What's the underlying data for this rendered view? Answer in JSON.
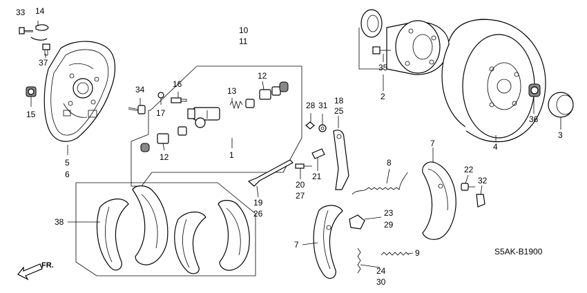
{
  "diagram": {
    "code": "S5AK-B1900",
    "direction_label": "FR.",
    "callouts": {
      "c33": "33",
      "c14": "14",
      "c37": "37",
      "c15": "15",
      "c5": "5",
      "c6": "6",
      "c10": "10",
      "c11": "11",
      "c34": "34",
      "c16": "16",
      "c17": "17",
      "c13": "13",
      "c12a": "12",
      "c12b": "12",
      "c1": "1",
      "c28": "28",
      "c31": "31",
      "c18": "18",
      "c25": "25",
      "c20": "20",
      "c27": "27",
      "c21": "21",
      "c19": "19",
      "c26": "26",
      "c8": "8",
      "c35": "35",
      "c2": "2",
      "c36": "36",
      "c3": "3",
      "c4": "4",
      "c7a": "7",
      "c7b": "7",
      "c22": "22",
      "c32": "32",
      "c23": "23",
      "c29": "29",
      "c9": "9",
      "c24": "24",
      "c30": "30",
      "c38": "38"
    }
  }
}
